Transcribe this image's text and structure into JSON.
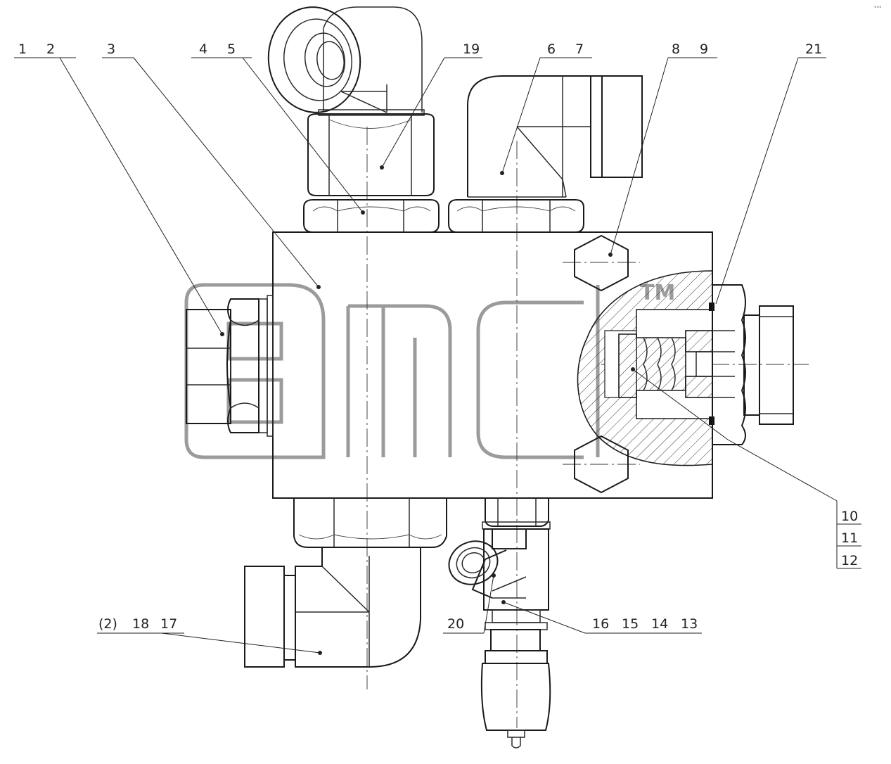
{
  "callouts": {
    "c1": "1",
    "c2": "2",
    "c3": "3",
    "c4": "4",
    "c5": "5",
    "c19": "19",
    "c6": "6",
    "c7": "7",
    "c8": "8",
    "c9": "9",
    "c21": "21",
    "c10": "10",
    "c11": "11",
    "c12": "12",
    "c2p": "(2)",
    "c18": "18",
    "c17": "17",
    "c20": "20",
    "c16": "16",
    "c15": "15",
    "c14": "14",
    "c13": "13"
  },
  "watermark": {
    "trademark": "TM"
  },
  "corner_mark": "°°°"
}
